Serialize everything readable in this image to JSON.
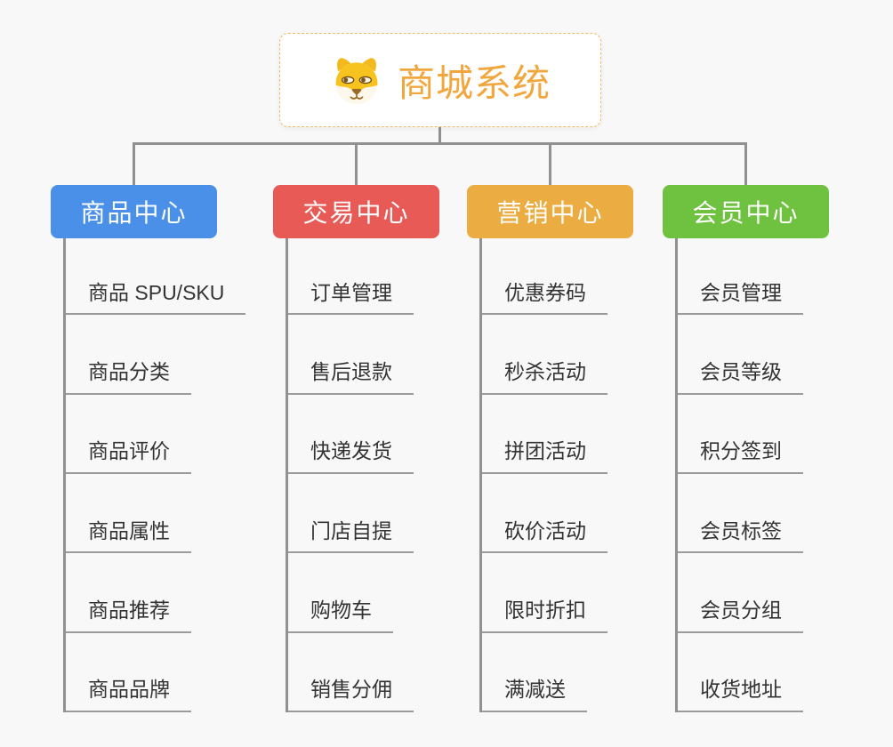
{
  "page": {
    "background_color": "#f8f8f8",
    "connector_color": "#919191",
    "underline_color": "#9b9b9b"
  },
  "root": {
    "title": "商城系统",
    "icon": "dog-face-icon",
    "text_color": "#f2a73e",
    "border_color": "#f3b966",
    "background_color": "#ffffff"
  },
  "branches": [
    {
      "label": "商品中心",
      "color": "#4a90e8",
      "items": [
        "商品 SPU/SKU",
        "商品分类",
        "商品评价",
        "商品属性",
        "商品推荐",
        "商品品牌"
      ]
    },
    {
      "label": "交易中心",
      "color": "#e75a56",
      "items": [
        "订单管理",
        "售后退款",
        "快递发货",
        "门店自提",
        "购物车",
        "销售分佣"
      ]
    },
    {
      "label": "营销中心",
      "color": "#ebac41",
      "items": [
        "优惠券码",
        "秒杀活动",
        "拼团活动",
        "砍价活动",
        "限时折扣",
        "满减送"
      ]
    },
    {
      "label": "会员中心",
      "color": "#6fc140",
      "items": [
        "会员管理",
        "会员等级",
        "积分签到",
        "会员标签",
        "会员分组",
        "收货地址"
      ]
    }
  ]
}
